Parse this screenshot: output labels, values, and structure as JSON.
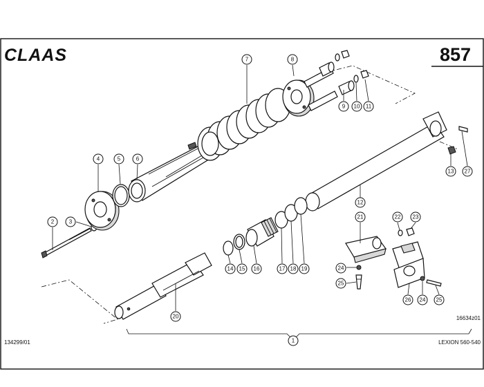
{
  "header": {
    "brand_logo": "CLAAS",
    "page_number": "857"
  },
  "footer": {
    "drawing_number": "16634z01",
    "doc_number": "134299/01",
    "model": "LEXION 560-540"
  },
  "callouts": {
    "c1": "1",
    "c2": "2",
    "c3": "3",
    "c4": "4",
    "c5": "5",
    "c6": "6",
    "c7": "7",
    "c8": "8",
    "c9": "9",
    "c10": "10",
    "c11": "11",
    "c12": "12",
    "c13": "13",
    "c14": "14",
    "c15": "15",
    "c16": "16",
    "c17": "17",
    "c18": "18",
    "c19": "19",
    "c20": "20",
    "c21": "21",
    "c22": "22",
    "c23": "23",
    "c24a": "24",
    "c24b": "24",
    "c25a": "25",
    "c25b": "25",
    "c26": "26",
    "c27": "27"
  }
}
